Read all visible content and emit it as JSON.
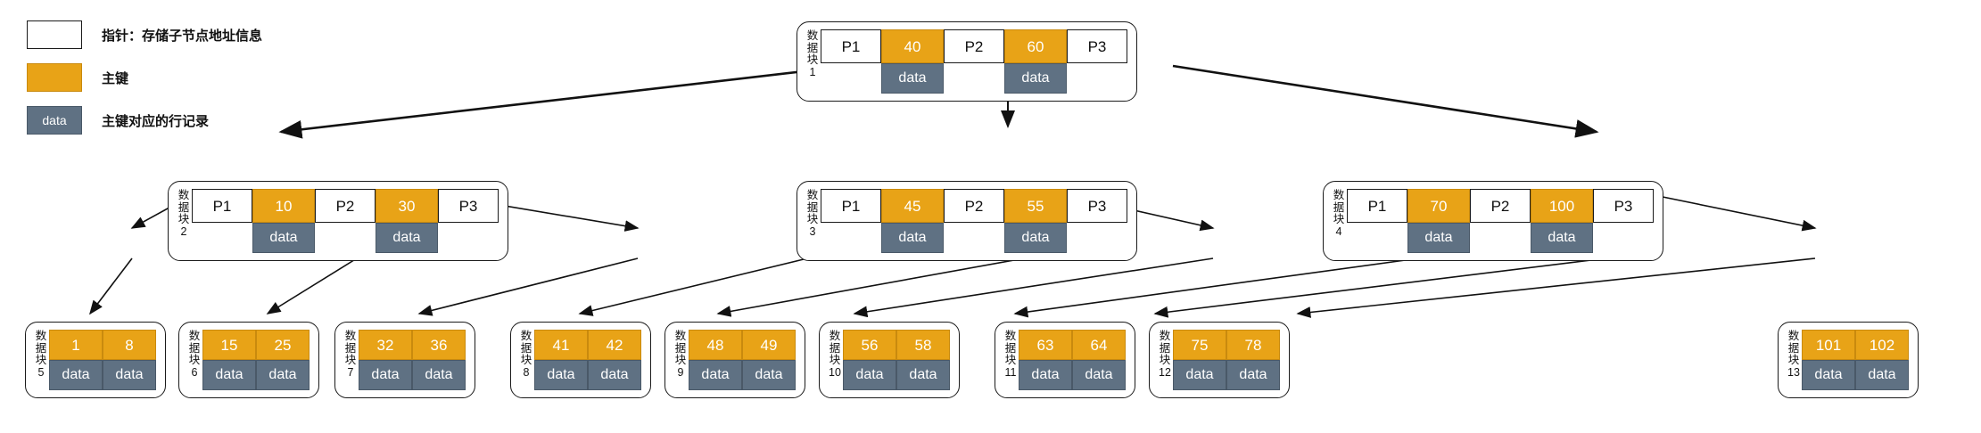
{
  "legend": {
    "items": [
      {
        "swatch": "pointer",
        "swatch_text": "",
        "label": "指针：存储子节点地址信息"
      },
      {
        "swatch": "key",
        "swatch_text": "",
        "label": "主键"
      },
      {
        "swatch": "data",
        "swatch_text": "data",
        "label": "主键对应的行记录"
      }
    ]
  },
  "colors": {
    "key_fill": "#E8A317",
    "data_fill": "#5F7183",
    "pointer_fill": "#FFFFFF",
    "stroke": "#1A1A1A",
    "background": "#FFFFFF"
  },
  "block_label_chars": [
    "数",
    "据",
    "块"
  ],
  "data_cell_text": "data",
  "nodes": {
    "root": {
      "id": "1",
      "kind": "internal",
      "cells": [
        {
          "type": "pointer",
          "text": "P1"
        },
        {
          "type": "key",
          "text": "40",
          "data": "data"
        },
        {
          "type": "pointer",
          "text": "P2"
        },
        {
          "type": "key",
          "text": "60",
          "data": "data"
        },
        {
          "type": "pointer",
          "text": "P3"
        }
      ]
    },
    "level2": [
      {
        "id": "2",
        "kind": "internal",
        "cells": [
          {
            "type": "pointer",
            "text": "P1"
          },
          {
            "type": "key",
            "text": "10",
            "data": "data"
          },
          {
            "type": "pointer",
            "text": "P2"
          },
          {
            "type": "key",
            "text": "30",
            "data": "data"
          },
          {
            "type": "pointer",
            "text": "P3"
          }
        ]
      },
      {
        "id": "3",
        "kind": "internal",
        "cells": [
          {
            "type": "pointer",
            "text": "P1"
          },
          {
            "type": "key",
            "text": "45",
            "data": "data"
          },
          {
            "type": "pointer",
            "text": "P2"
          },
          {
            "type": "key",
            "text": "55",
            "data": "data"
          },
          {
            "type": "pointer",
            "text": "P3"
          }
        ]
      },
      {
        "id": "4",
        "kind": "internal",
        "cells": [
          {
            "type": "pointer",
            "text": "P1"
          },
          {
            "type": "key",
            "text": "70",
            "data": "data"
          },
          {
            "type": "pointer",
            "text": "P2"
          },
          {
            "type": "key",
            "text": "100",
            "data": "data"
          },
          {
            "type": "pointer",
            "text": "P3"
          }
        ]
      }
    ],
    "leaves": [
      {
        "id": "5",
        "keys": [
          "1",
          "8"
        ],
        "data": [
          "data",
          "data"
        ]
      },
      {
        "id": "6",
        "keys": [
          "15",
          "25"
        ],
        "data": [
          "data",
          "data"
        ]
      },
      {
        "id": "7",
        "keys": [
          "32",
          "36"
        ],
        "data": [
          "data",
          "data"
        ]
      },
      {
        "id": "8",
        "keys": [
          "41",
          "42"
        ],
        "data": [
          "data",
          "data"
        ]
      },
      {
        "id": "9",
        "keys": [
          "48",
          "49"
        ],
        "data": [
          "data",
          "data"
        ]
      },
      {
        "id": "10",
        "keys": [
          "56",
          "58"
        ],
        "data": [
          "data",
          "data"
        ]
      },
      {
        "id": "11",
        "keys": [
          "63",
          "64"
        ],
        "data": [
          "data",
          "data"
        ]
      },
      {
        "id": "12",
        "keys": [
          "75",
          "78"
        ],
        "data": [
          "data",
          "data"
        ]
      },
      {
        "id": "13",
        "keys": [
          "101",
          "102"
        ],
        "data": [
          "data",
          "data"
        ]
      }
    ]
  }
}
